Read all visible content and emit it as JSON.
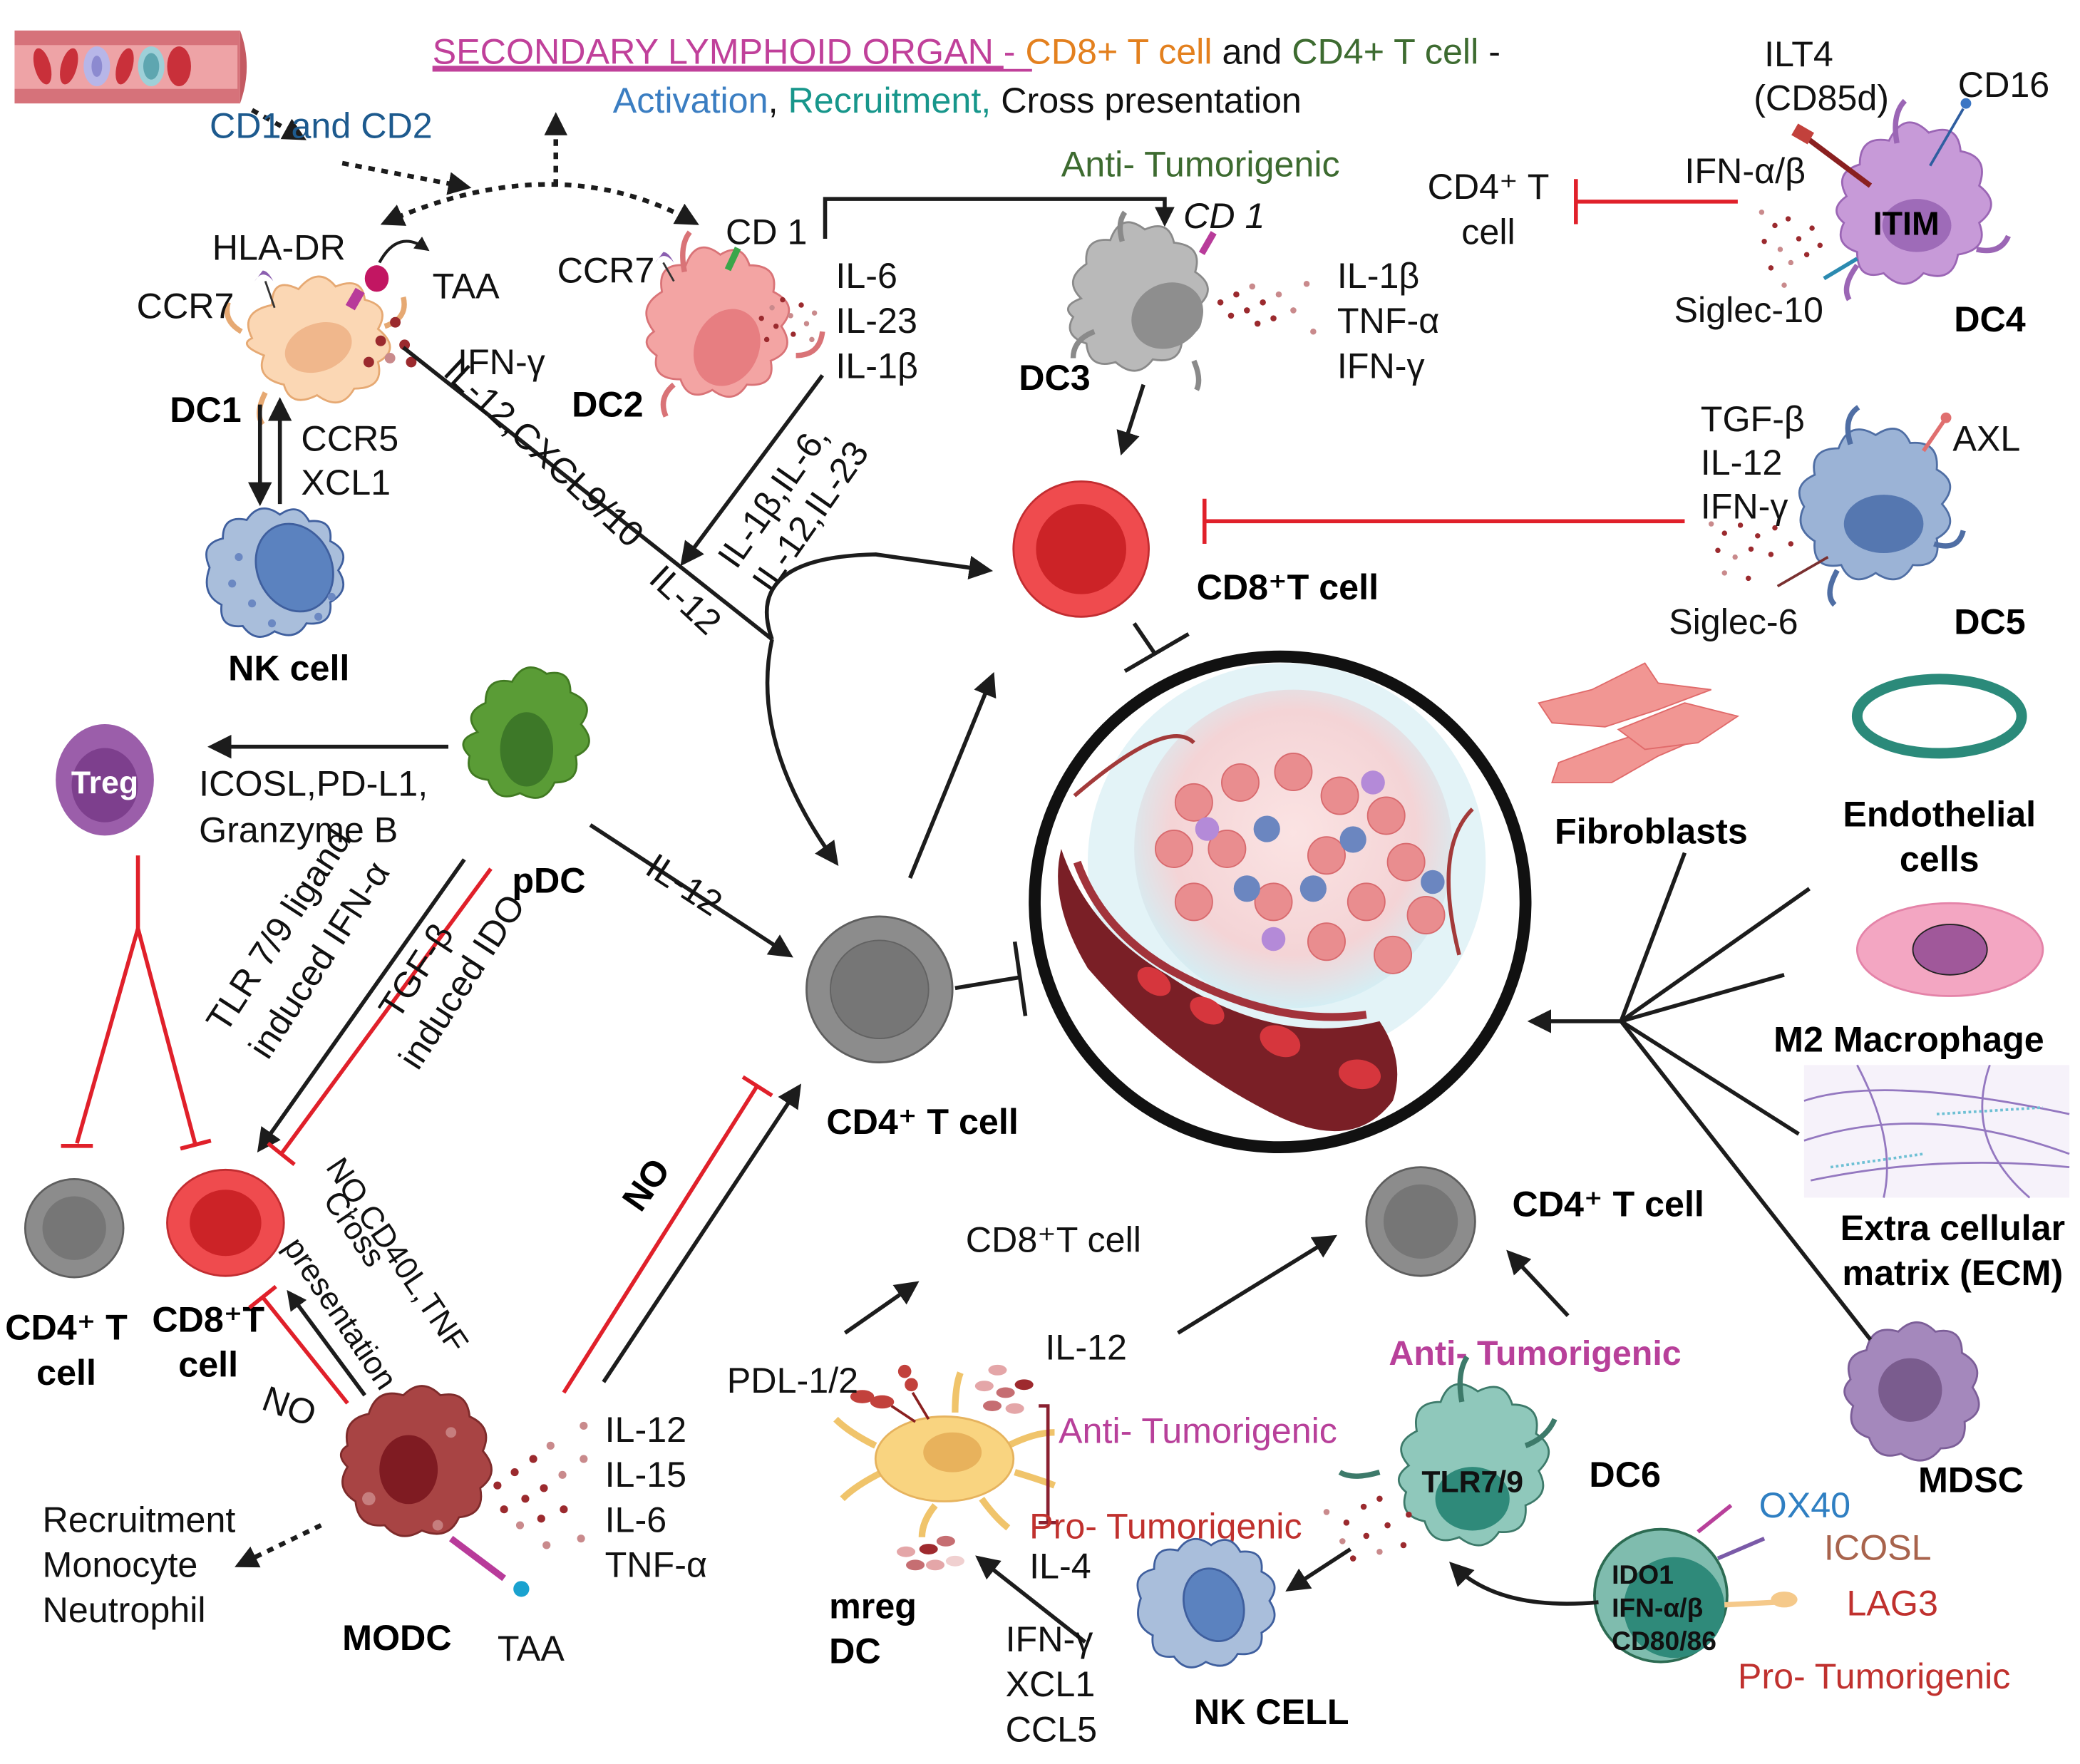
{
  "title": {
    "organ": "SECONDARY LYMPHOID ORGAN ",
    "sep1": "- ",
    "cd8": "CD8+ T cell",
    "and": " and ",
    "cd4": "CD4+ T cell",
    "sep2": " -",
    "activation": "Activation",
    "comma": ", ",
    "recruitment": "Recruitment,",
    "cross": " Cross presentation"
  },
  "colors": {
    "organ": "#c0409a",
    "cd8": "#e3801e",
    "cd4": "#3d6b30",
    "activation": "#3b7ec2",
    "recruitment": "#17968b",
    "cd1cd2": "#1d5a8e",
    "anti_green": "#3d6b30",
    "anti_magenta": "#b8409a",
    "pro_red": "#c0312e",
    "ox40": "#2f7fc2",
    "icosl": "#a8634c",
    "lag3": "#c0312e",
    "inhibit": "#e0202a"
  },
  "blood_vessel": {
    "label": "CD1 and CD2"
  },
  "dc1": {
    "name": "DC1",
    "markers": [
      "HLA-DR",
      "CCR7",
      "TAA",
      "IFN-γ"
    ],
    "to_nk": [
      "CCR5",
      "XCL1"
    ],
    "output": "IL-12,CXCL9/10",
    "output2": "IL-12"
  },
  "dc2": {
    "name": "DC2",
    "markers": [
      "CCR7",
      "CD 1"
    ],
    "cytokines": [
      "IL-6",
      "IL-23",
      "IL-1β"
    ],
    "output_line1": "IL-1β,IL-6,",
    "output_line2": "IL-12,IL-23"
  },
  "dc3": {
    "name": "DC3",
    "marker": "CD 1",
    "header": "Anti- Tumorigenic",
    "cytokines": [
      "IL-1β",
      "TNF-α",
      "IFN-γ"
    ]
  },
  "dc4": {
    "name": "DC4",
    "core": "ITIM",
    "markers": [
      "ILT4",
      "(CD85d)",
      "CD16",
      "IFN-α/β",
      "Siglec-10"
    ],
    "target_line1": "CD4⁺ T",
    "target_line2": "cell"
  },
  "dc5": {
    "name": "DC5",
    "markers": [
      "TGF-β",
      "IL-12",
      "IFN-γ",
      "Siglec-6",
      "AXL"
    ]
  },
  "center": {
    "cd8": "CD8⁺T cell",
    "cd4": "CD4⁺ T cell"
  },
  "nk": {
    "name": "NK cell"
  },
  "pdc": {
    "name": "pDC",
    "to_treg": [
      "ICOSL,PD-L1,",
      "Granzyme B"
    ],
    "tlr_line1": "TLR 7/9 ligand",
    "tlr_line2": "induced IFN-α",
    "tgf_line1": "TGF-β",
    "tgf_line2": "induced IDO",
    "il12": "IL-12"
  },
  "treg": {
    "name": "Treg"
  },
  "left_targets": {
    "cd4_line1": "CD4⁺ T",
    "cd4_line2": "cell",
    "cd8_line1": "CD8⁺T",
    "cd8_line2": "cell"
  },
  "modc": {
    "name": "MODC",
    "taa": "TAA",
    "cross_line1": "NO,CD40L,TNF",
    "cross_line2": "Cross",
    "cross_line3": "presentation",
    "no_small": "NO",
    "no_big": "NO",
    "cytokines": [
      "IL-12",
      "IL-15",
      "IL-6",
      "TNF-α"
    ],
    "recruit": [
      "Recruitment",
      "Monocyte",
      "Neutrophil"
    ]
  },
  "mreg": {
    "name_line1": "mreg",
    "name_line2": "DC",
    "pdl": "PDL-1/2",
    "cd8": "CD8⁺T cell",
    "il12": "IL-12",
    "anti": "Anti- Tumorigenic",
    "pro": "Pro- Tumorigenic",
    "il4": "IL-4",
    "inputs": [
      "IFN-γ",
      "XCL1",
      "CCL5"
    ]
  },
  "dc6": {
    "name": "DC6",
    "core": "TLR7/9",
    "anti": "Anti- Tumorigenic",
    "cd4": "CD4⁺ T cell",
    "nk": "NK CELL",
    "inner": [
      "IDO1",
      "IFN-α/β",
      "CD80/86"
    ],
    "receptors": [
      "OX40",
      "ICOSL",
      "LAG3"
    ],
    "pro": "Pro- Tumorigenic"
  },
  "tme": {
    "fibroblasts": "Fibroblasts",
    "endothelial_line1": "Endothelial",
    "endothelial_line2": "cells",
    "m2": "M2 Macrophage",
    "ecm_line1": "Extra cellular",
    "ecm_line2": "matrix (ECM)",
    "mdsc": "MDSC"
  }
}
